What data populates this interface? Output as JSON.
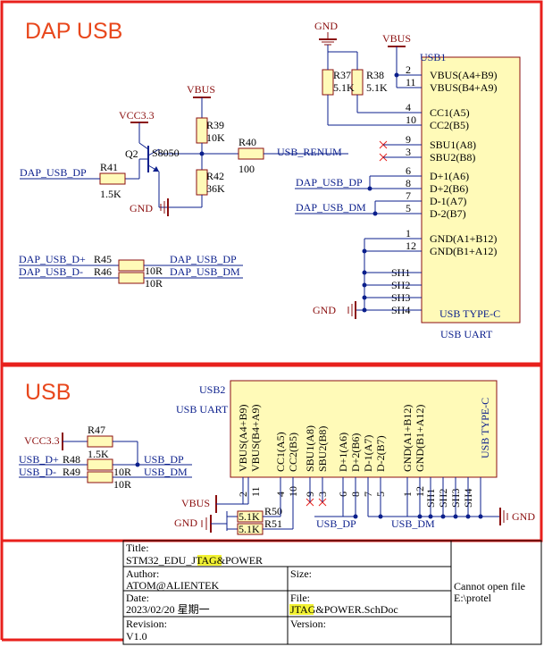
{
  "sections": {
    "top_title": "DAP USB",
    "bottom_title": "USB"
  },
  "usb1": {
    "ref": "USB1",
    "type": "USB TYPE-C",
    "name": "USB UART",
    "pins": [
      {
        "num": "2",
        "name": "VBUS(A4+B9)"
      },
      {
        "num": "11",
        "name": "VBUS(B4+A9)"
      },
      {
        "num": "4",
        "name": "CC1(A5)"
      },
      {
        "num": "10",
        "name": "CC2(B5)"
      },
      {
        "num": "9",
        "name": "SBU1(A8)"
      },
      {
        "num": "3",
        "name": "SBU2(B8)"
      },
      {
        "num": "6",
        "name": "D+1(A6)"
      },
      {
        "num": "8",
        "name": "D+2(B6)"
      },
      {
        "num": "7",
        "name": "D-1(A7)"
      },
      {
        "num": "5",
        "name": "D-2(B7)"
      },
      {
        "num": "1",
        "name": "GND(A1+B12)"
      },
      {
        "num": "12",
        "name": "GND(B1+A12)"
      },
      {
        "num": "",
        "name": "SH1"
      },
      {
        "num": "",
        "name": "SH2"
      },
      {
        "num": "",
        "name": "SH3"
      },
      {
        "num": "",
        "name": "SH4"
      }
    ]
  },
  "top_parts": {
    "gnd": "GND",
    "vbus": "VBUS",
    "r37": "R37",
    "r37_val": "5.1K",
    "r38": "R38",
    "r38_val": "5.1K",
    "vcc": "VCC3.3",
    "vbus2": "VBUS",
    "q2": "Q2",
    "s8050": "S8050",
    "r39": "R39",
    "r39_val": "10K",
    "r40": "R40",
    "r40_val": "100",
    "usb_renum": "USB_RENUM",
    "r41": "R41",
    "r41_val": "1.5K",
    "dap_usb_dp": "DAP_USB_DP",
    "gnd2": "GND",
    "r42": "R42",
    "r42_val": "36K",
    "net_dp": "DAP_USB_DP",
    "net_dm": "DAP_USB_DM",
    "gnd3": "GND",
    "dap_dplus": "DAP_USB_D+",
    "dap_dminus": "DAP_USB_D-",
    "r45": "R45",
    "r46": "R46",
    "r45_val": "10R",
    "r46_val": "10R",
    "out_dp": "DAP_USB_DP",
    "out_dm": "DAP_USB_DM"
  },
  "usb2": {
    "ref": "USB2",
    "name": "USB UART",
    "type": "USB TYPE-C",
    "pins": [
      {
        "num": "2",
        "name": "VBUS(A4+B9)"
      },
      {
        "num": "11",
        "name": "VBUS(B4+A9)"
      },
      {
        "num": "4",
        "name": "CC1(A5)"
      },
      {
        "num": "10",
        "name": "CC2(B5)"
      },
      {
        "num": "9",
        "name": "SBU1(A8)"
      },
      {
        "num": "3",
        "name": "SBU2(B8)"
      },
      {
        "num": "6",
        "name": "D+1(A6)"
      },
      {
        "num": "8",
        "name": "D+2(B6)"
      },
      {
        "num": "7",
        "name": "D-1(A7)"
      },
      {
        "num": "5",
        "name": "D-2(B7)"
      },
      {
        "num": "1",
        "name": "GND(A1+B12)"
      },
      {
        "num": "12",
        "name": "GND(B1+A12)"
      },
      {
        "num": "",
        "name": "SH1"
      },
      {
        "num": "",
        "name": "SH2"
      },
      {
        "num": "",
        "name": "SH3"
      },
      {
        "num": "",
        "name": "SH4"
      }
    ]
  },
  "bottom_parts": {
    "vcc": "VCC3.3",
    "r47": "R47",
    "r47_val": "1.5K",
    "usb_dplus": "USB_D+",
    "usb_dminus": "USB_D-",
    "r48": "R48",
    "r49": "R49",
    "r48_val": "10R",
    "r49_val": "10R",
    "usb_dp": "USB_DP",
    "usb_dm": "USB_DM",
    "vbus": "VBUS",
    "gnd": "GND",
    "r50": "R50",
    "r51": "R51",
    "r50_val": "5.1K",
    "r51_val": "5.1K",
    "net_dp": "USB_DP",
    "net_dm": "USB_DM",
    "gnd_right": "GND"
  },
  "title_block": {
    "title_label": "Title:",
    "title_pre": "STM32_EDU_",
    "title_hl": "JTAG",
    "title_post": "&POWER",
    "author_label": "Author:",
    "author": "ATOM@ALIENTEK",
    "size_label": "Size:",
    "date_label": "Date:",
    "date": "2023/02/20 星期一",
    "file_label": "File:",
    "file_hl": "JTAG",
    "file_post": "&POWER.SchDoc",
    "revision_label": "Revision:",
    "revision": "V1.0",
    "version_label": "Version:",
    "cannot_open": "Cannot open file",
    "path": "E:\\protel"
  },
  "colors": {
    "border": "#e8201c",
    "wire": "#0b1f8c",
    "body": "#fffab8",
    "power": "#8b0f0f"
  }
}
